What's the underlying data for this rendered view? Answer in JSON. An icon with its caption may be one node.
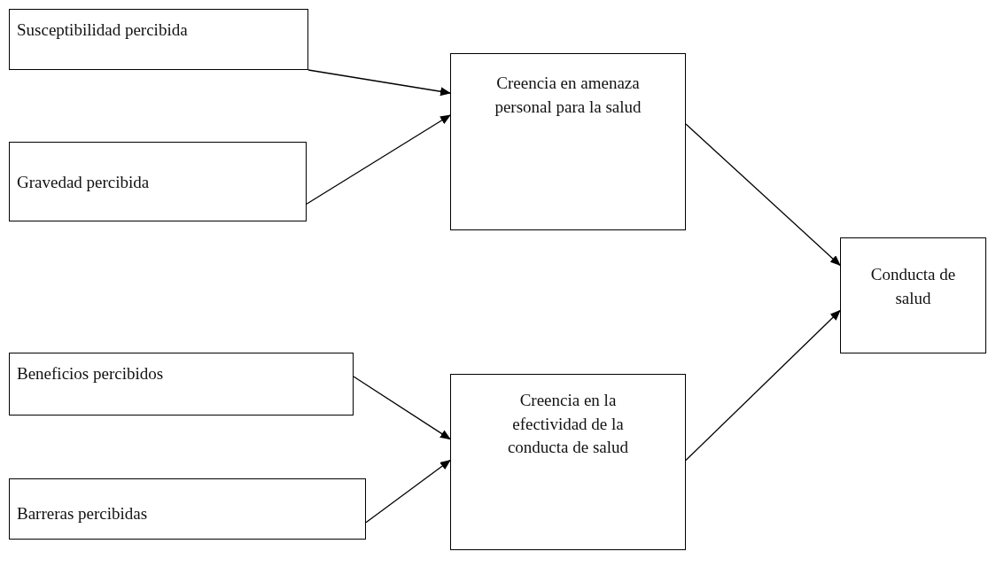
{
  "diagram": {
    "nodes": [
      {
        "text": [
          "Susceptibilidad percibida"
        ]
      },
      {
        "text": [
          "Gravedad percibida"
        ]
      },
      {
        "text": [
          "Creencia en amenaza personal para la salud"
        ]
      },
      {
        "text": [
          "Conducta de salud"
        ]
      },
      {
        "text": [
          "Beneficios percibidos"
        ]
      },
      {
        "text": [
          "Creencia en la efectividad de la conducta de salud"
        ]
      },
      {
        "text": [
          "Barreras percibidas"
        ]
      }
    ],
    "edges": [
      {
        "from": 0,
        "to": 2,
        "arrow": "to"
      },
      {
        "from": 1,
        "to": 2,
        "arrow": "to"
      },
      {
        "from": 2,
        "to": 3,
        "arrow": "to"
      },
      {
        "from": 4,
        "to": 5,
        "arrow": "to"
      },
      {
        "from": 6,
        "to": 5,
        "arrow": "to"
      },
      {
        "from": 5,
        "to": 3,
        "arrow": "to"
      }
    ]
  }
}
